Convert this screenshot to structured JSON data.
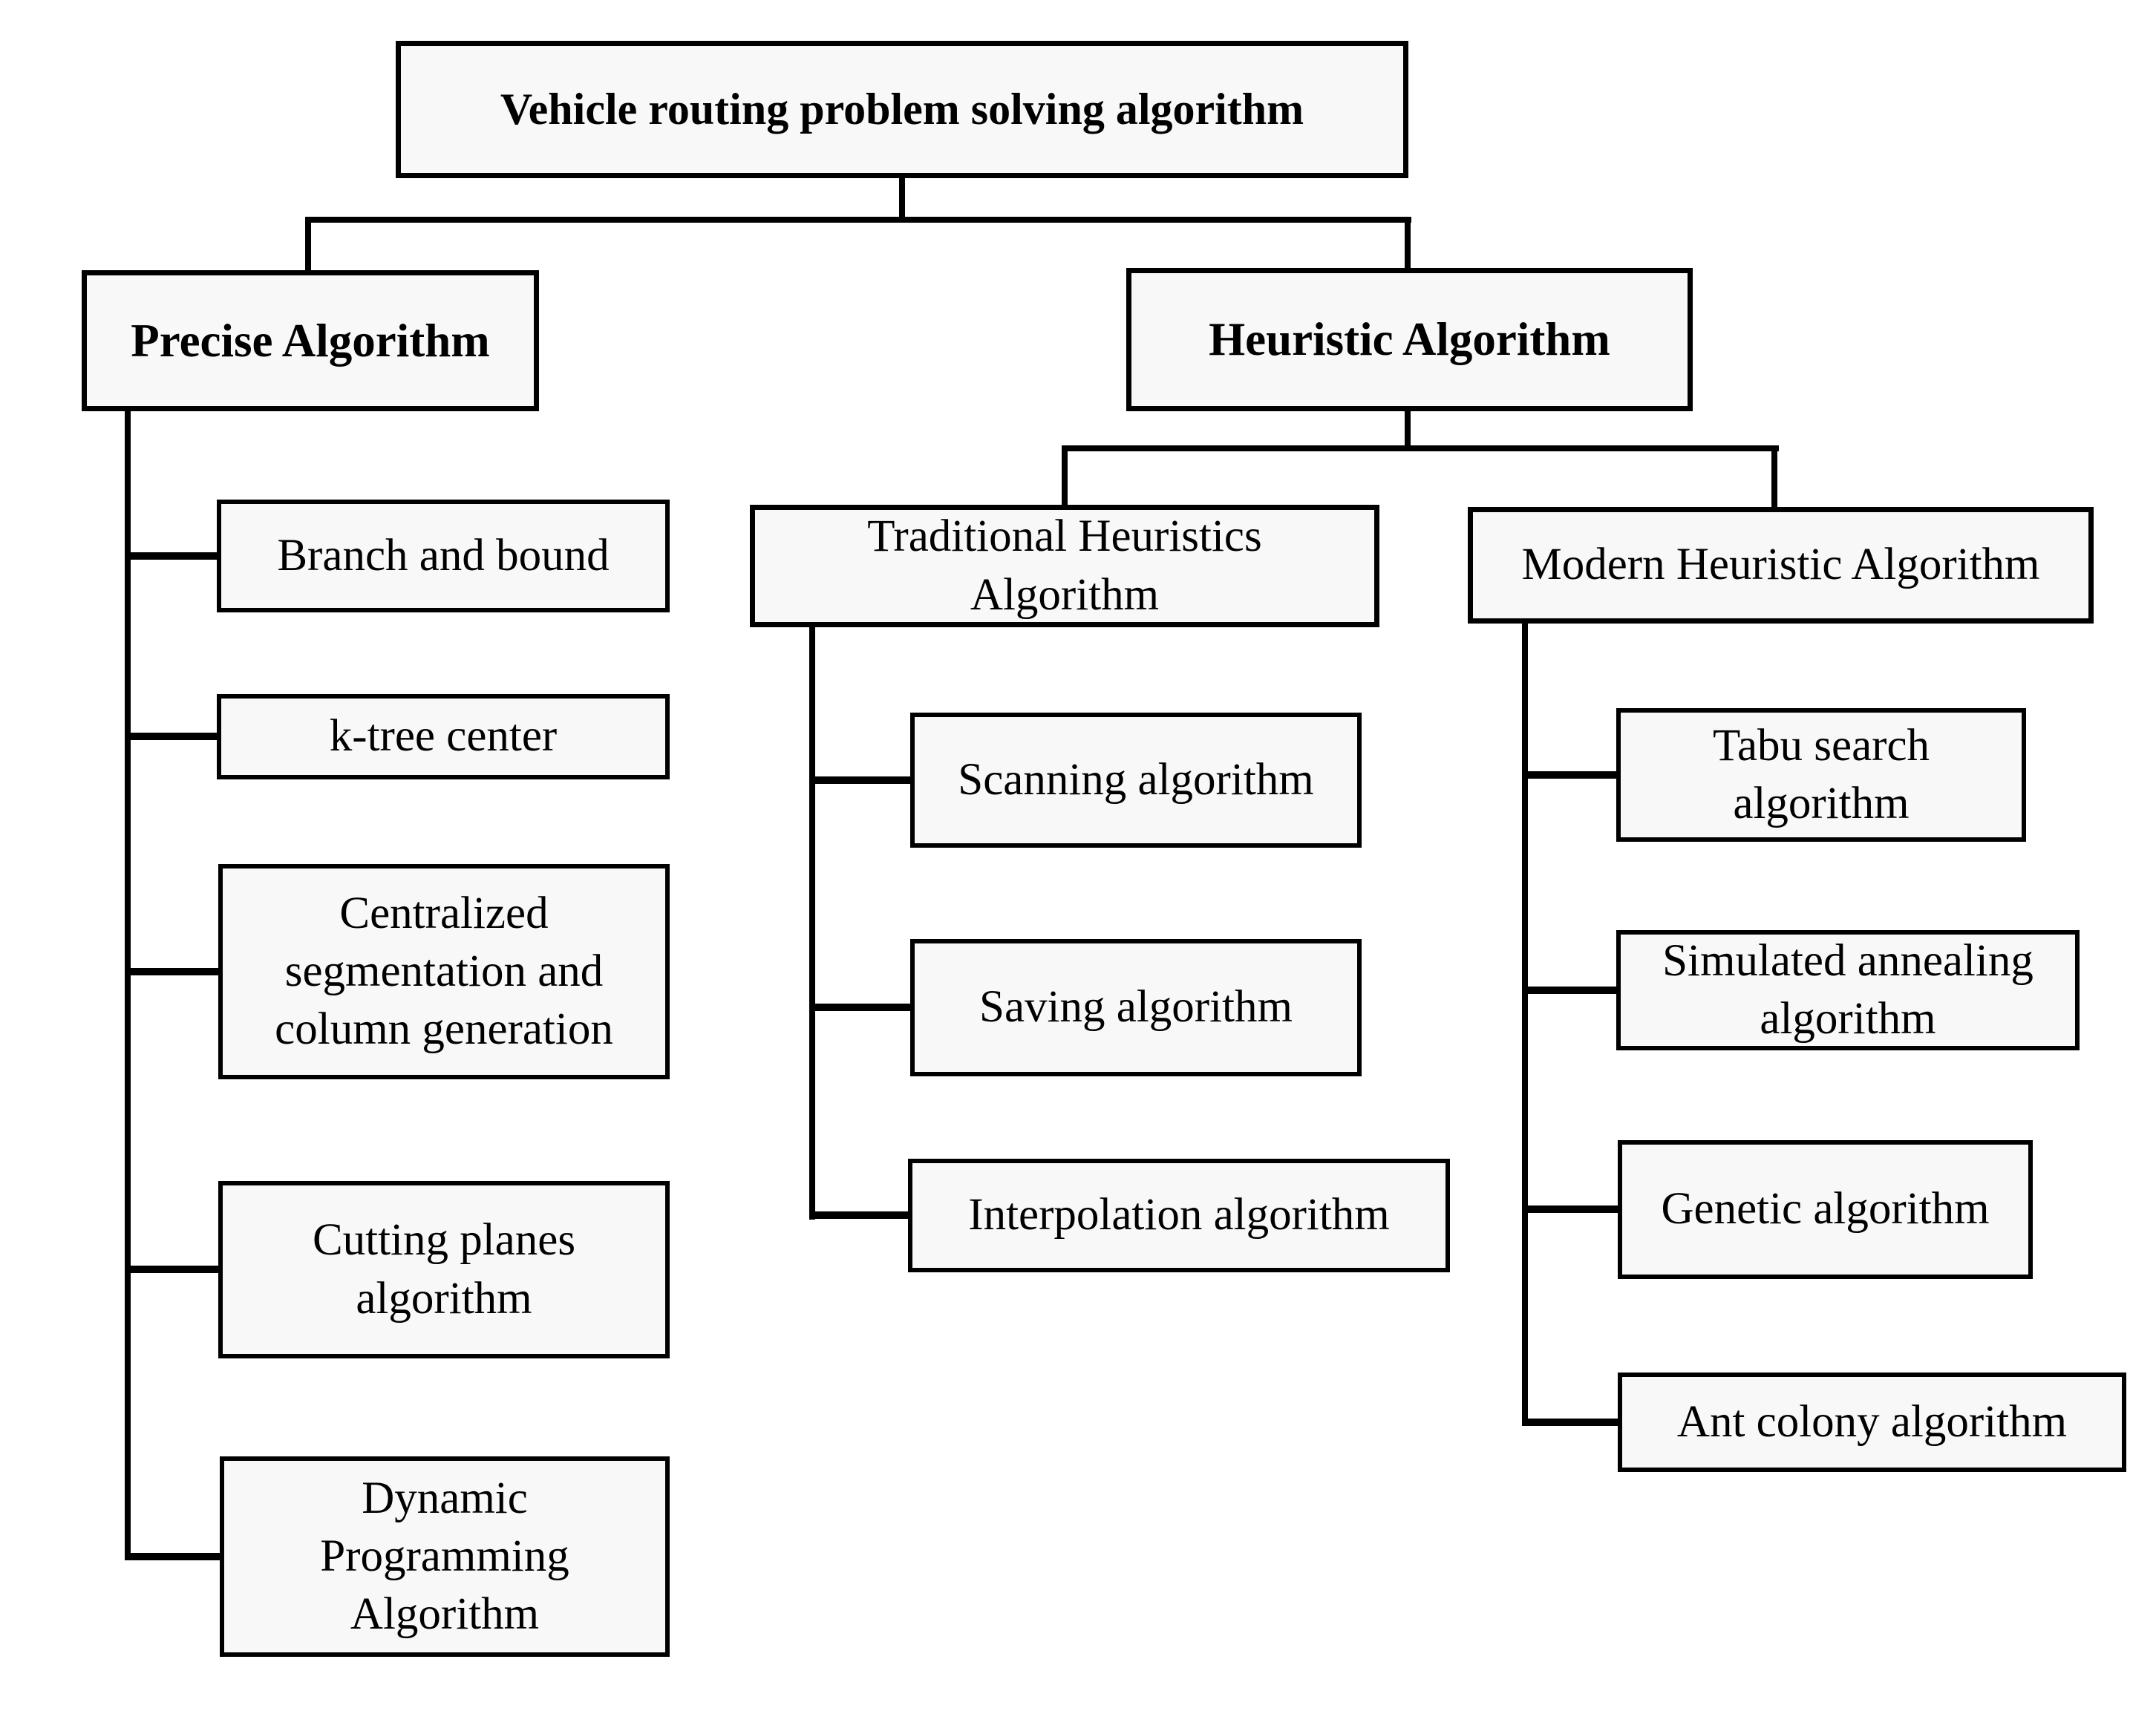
{
  "diagram_title": "Vehicle routing problem solving algorithm",
  "nodes": {
    "root": "Vehicle routing problem solving algorithm",
    "precise": "Precise Algorithm",
    "heuristic": "Heuristic Algorithm",
    "traditional": "Traditional Heuristics\nAlgorithm",
    "modern": "Modern Heuristic Algorithm",
    "branch_and_bound": "Branch and bound",
    "k_tree_center": "k-tree center",
    "centralized_segmentation": "Centralized\nsegmentation and\ncolumn generation",
    "cutting_planes": "Cutting planes\nalgorithm",
    "dynamic_programming": "Dynamic\nProgramming\nAlgorithm",
    "scanning": "Scanning algorithm",
    "saving": "Saving algorithm",
    "interpolation": "Interpolation algorithm",
    "tabu_search": "Tabu search\nalgorithm",
    "simulated_annealing": "Simulated annealing\nalgorithm",
    "genetic": "Genetic algorithm",
    "ant_colony": "Ant colony algorithm"
  },
  "edges": [
    [
      "root",
      "precise"
    ],
    [
      "root",
      "heuristic"
    ],
    [
      "precise",
      "branch_and_bound"
    ],
    [
      "precise",
      "k_tree_center"
    ],
    [
      "precise",
      "centralized_segmentation"
    ],
    [
      "precise",
      "cutting_planes"
    ],
    [
      "precise",
      "dynamic_programming"
    ],
    [
      "heuristic",
      "traditional"
    ],
    [
      "heuristic",
      "modern"
    ],
    [
      "traditional",
      "scanning"
    ],
    [
      "traditional",
      "saving"
    ],
    [
      "traditional",
      "interpolation"
    ],
    [
      "modern",
      "tabu_search"
    ],
    [
      "modern",
      "simulated_annealing"
    ],
    [
      "modern",
      "genetic"
    ],
    [
      "modern",
      "ant_colony"
    ]
  ],
  "colors": {
    "background": "#ffffff",
    "box_fill": "#f8f8f8",
    "line": "#000000",
    "text": "#000000"
  }
}
